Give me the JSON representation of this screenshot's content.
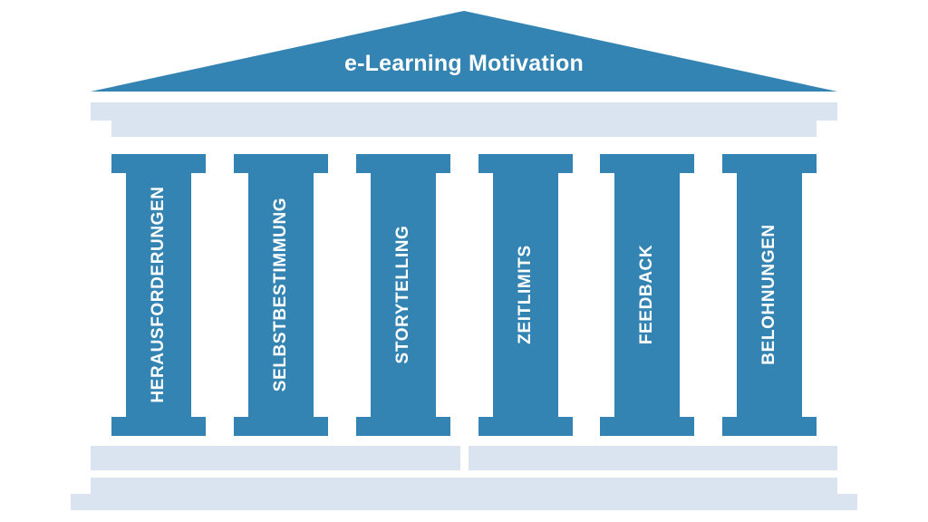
{
  "title": "e-Learning Motivation",
  "pillars": [
    {
      "label": "HERAUSFORDERUNGEN"
    },
    {
      "label": "SELBSTBESTIMMUNG"
    },
    {
      "label": "STORYTELLING"
    },
    {
      "label": "ZEITLIMITS"
    },
    {
      "label": "FEEDBACK"
    },
    {
      "label": "BELOHNUNGEN"
    }
  ],
  "colors": {
    "primary": "#3384b3",
    "light": "#d9e4f0"
  }
}
